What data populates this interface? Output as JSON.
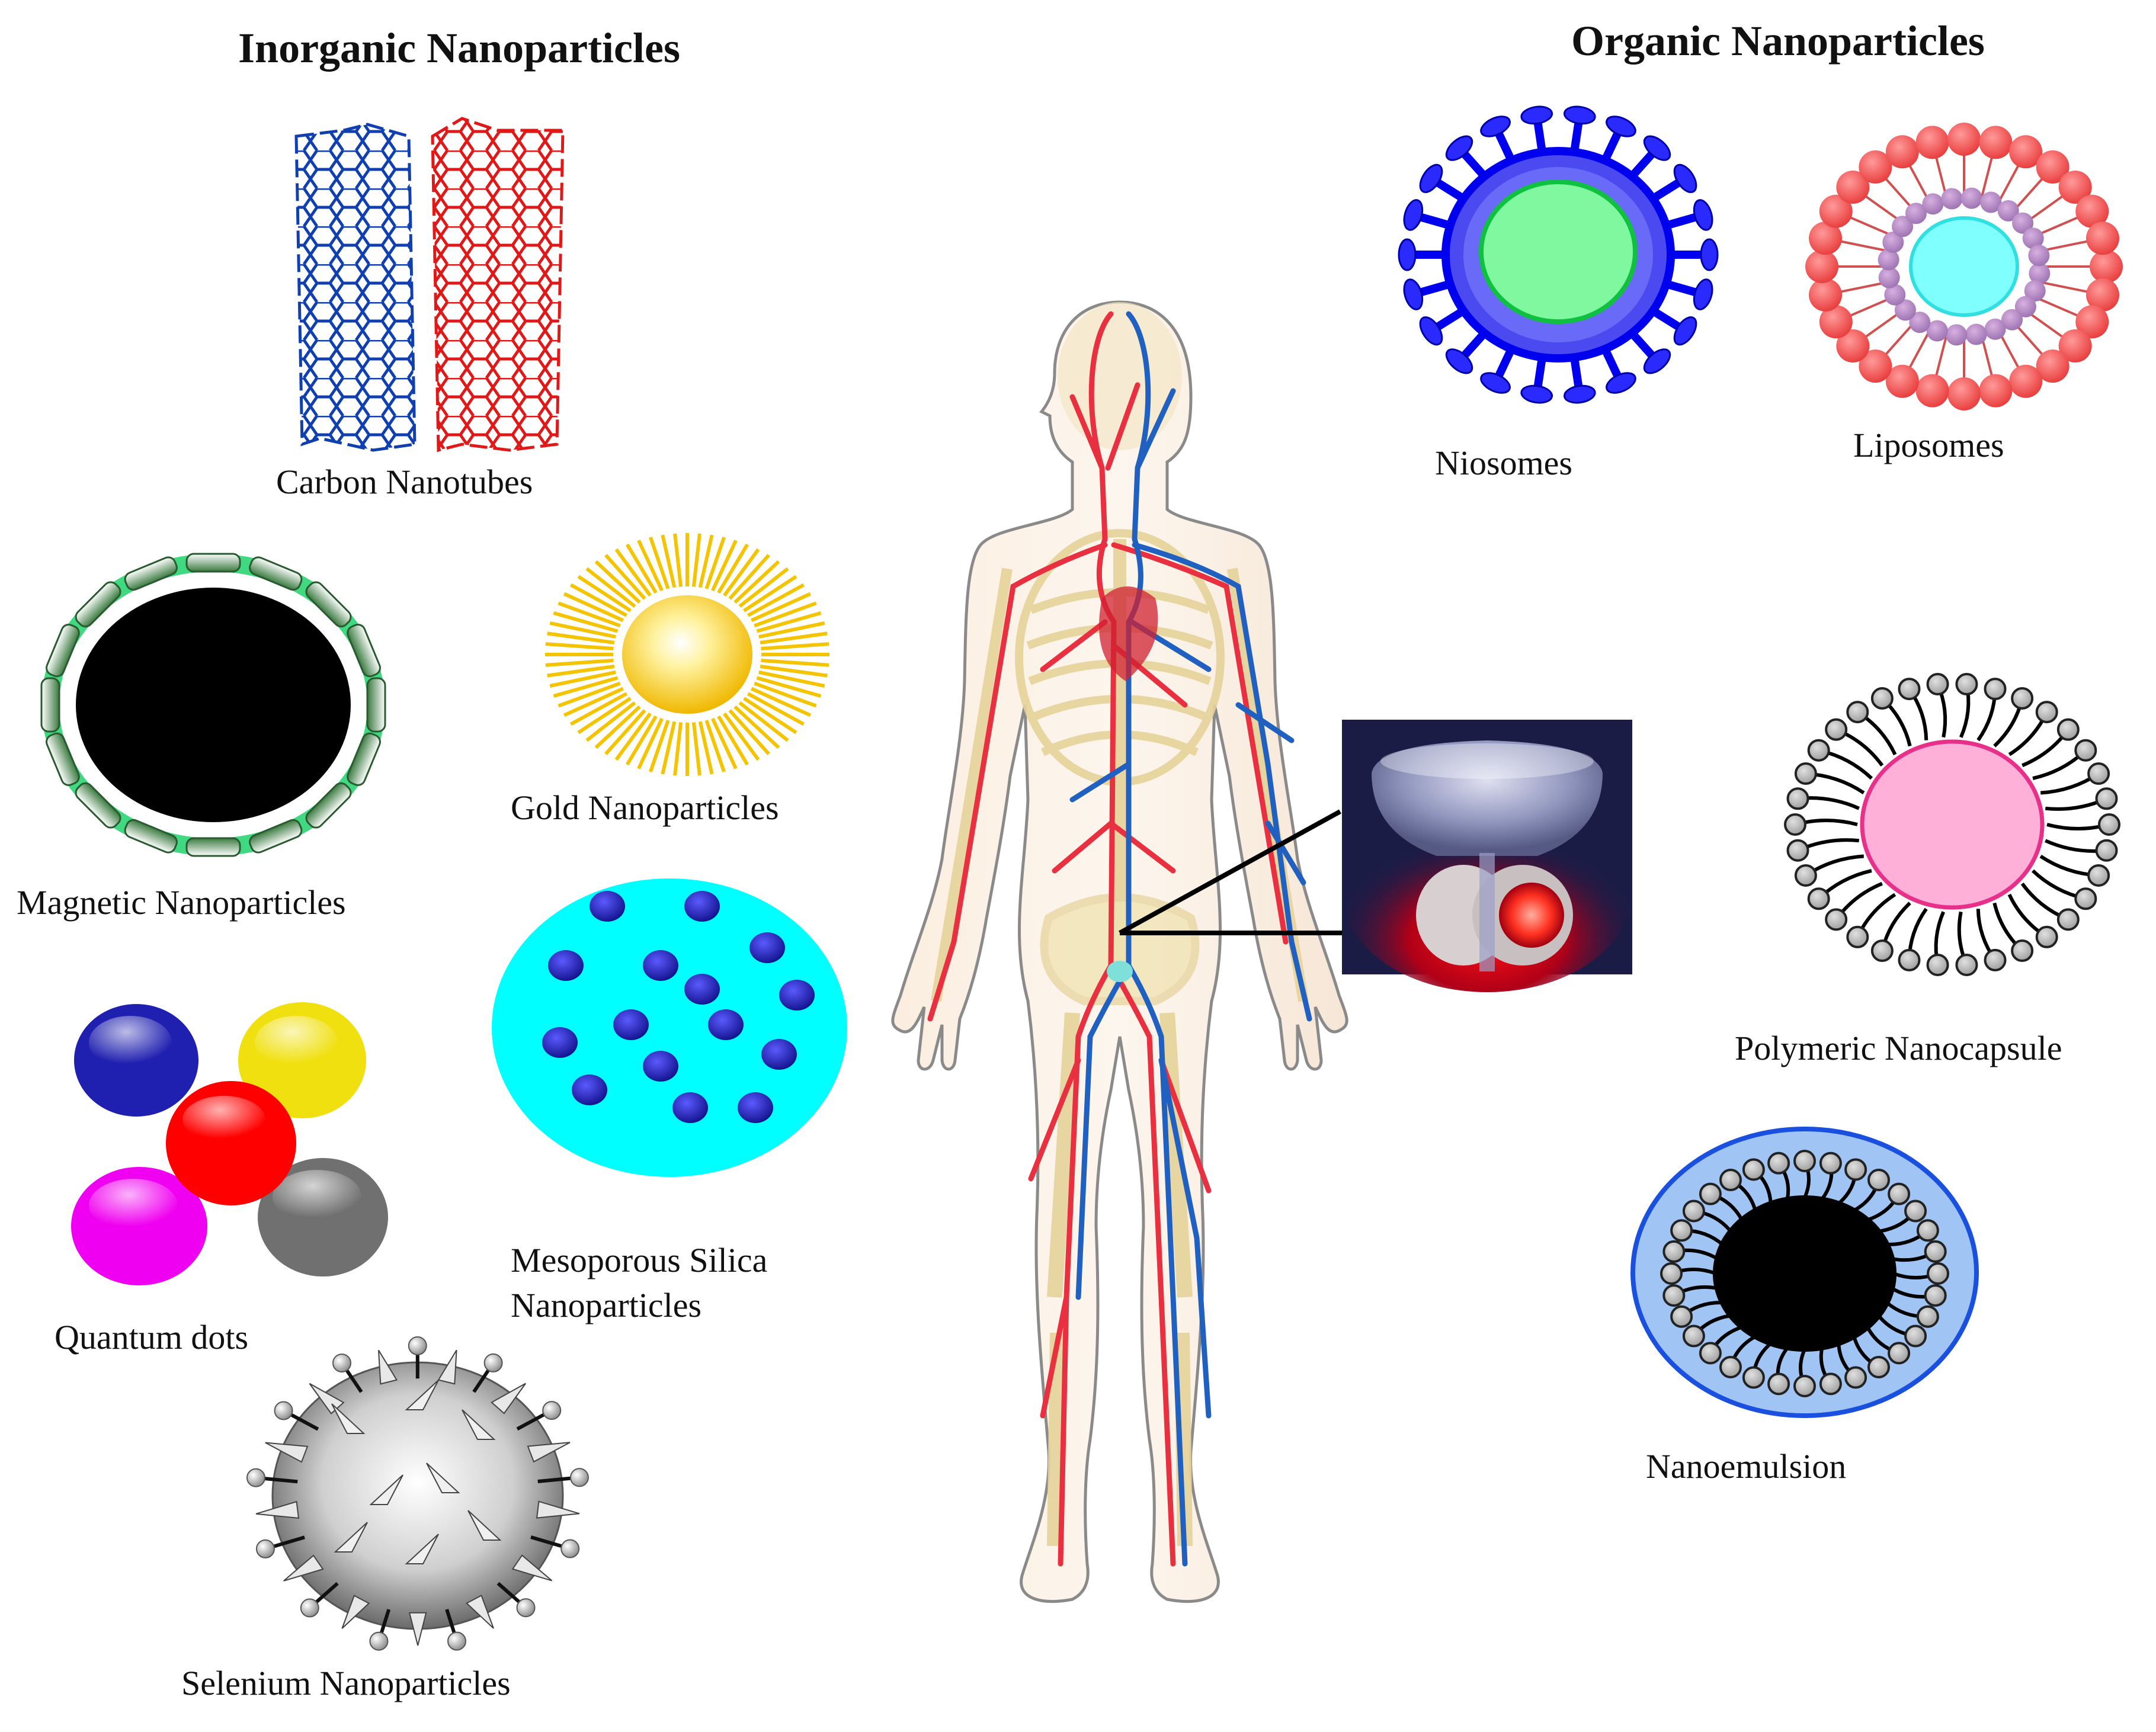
{
  "headings": {
    "inorganic": "Inorganic Nanoparticles",
    "organic": "Organic Nanoparticles"
  },
  "inorganic": {
    "carbon_nanotubes": "Carbon Nanotubes",
    "gold": "Gold Nanoparticles",
    "magnetic": "Magnetic Nanoparticles",
    "mesoporous_line1": "Mesoporous Silica",
    "mesoporous_line2": "Nanoparticles",
    "quantum_dots": "Quantum dots",
    "selenium": "Selenium Nanoparticles"
  },
  "organic": {
    "niosomes": "Niosomes",
    "liposomes": "Liposomes",
    "polymeric_nanocapsule": "Polymeric Nanocapsule",
    "nanoemulsion": "Nanoemulsion"
  },
  "colors": {
    "nanotube_left": "#1040b0",
    "nanotube_right": "#e01818",
    "gold_core": "#f5c400",
    "magnetic_shell": "#40d880",
    "silica": "#00ffff",
    "silica_pore": "#1a1aaa",
    "qd_blue": "#2020b0",
    "qd_yellow": "#f0e010",
    "qd_red": "#ff0000",
    "qd_magenta": "#f000f0",
    "qd_gray": "#707070",
    "niosome_shell": "#0000ee",
    "niosome_core": "#80f8a0",
    "liposome_head": "#f05050",
    "liposome_core": "#80ffff",
    "capsule_core": "#ffb0d8",
    "emulsion_shell": "#a0c4f4",
    "artery": "#e83040",
    "vein": "#2060c0"
  },
  "icons": [
    "human-body-circulatory-illustration",
    "prostate-tumor-inset"
  ]
}
